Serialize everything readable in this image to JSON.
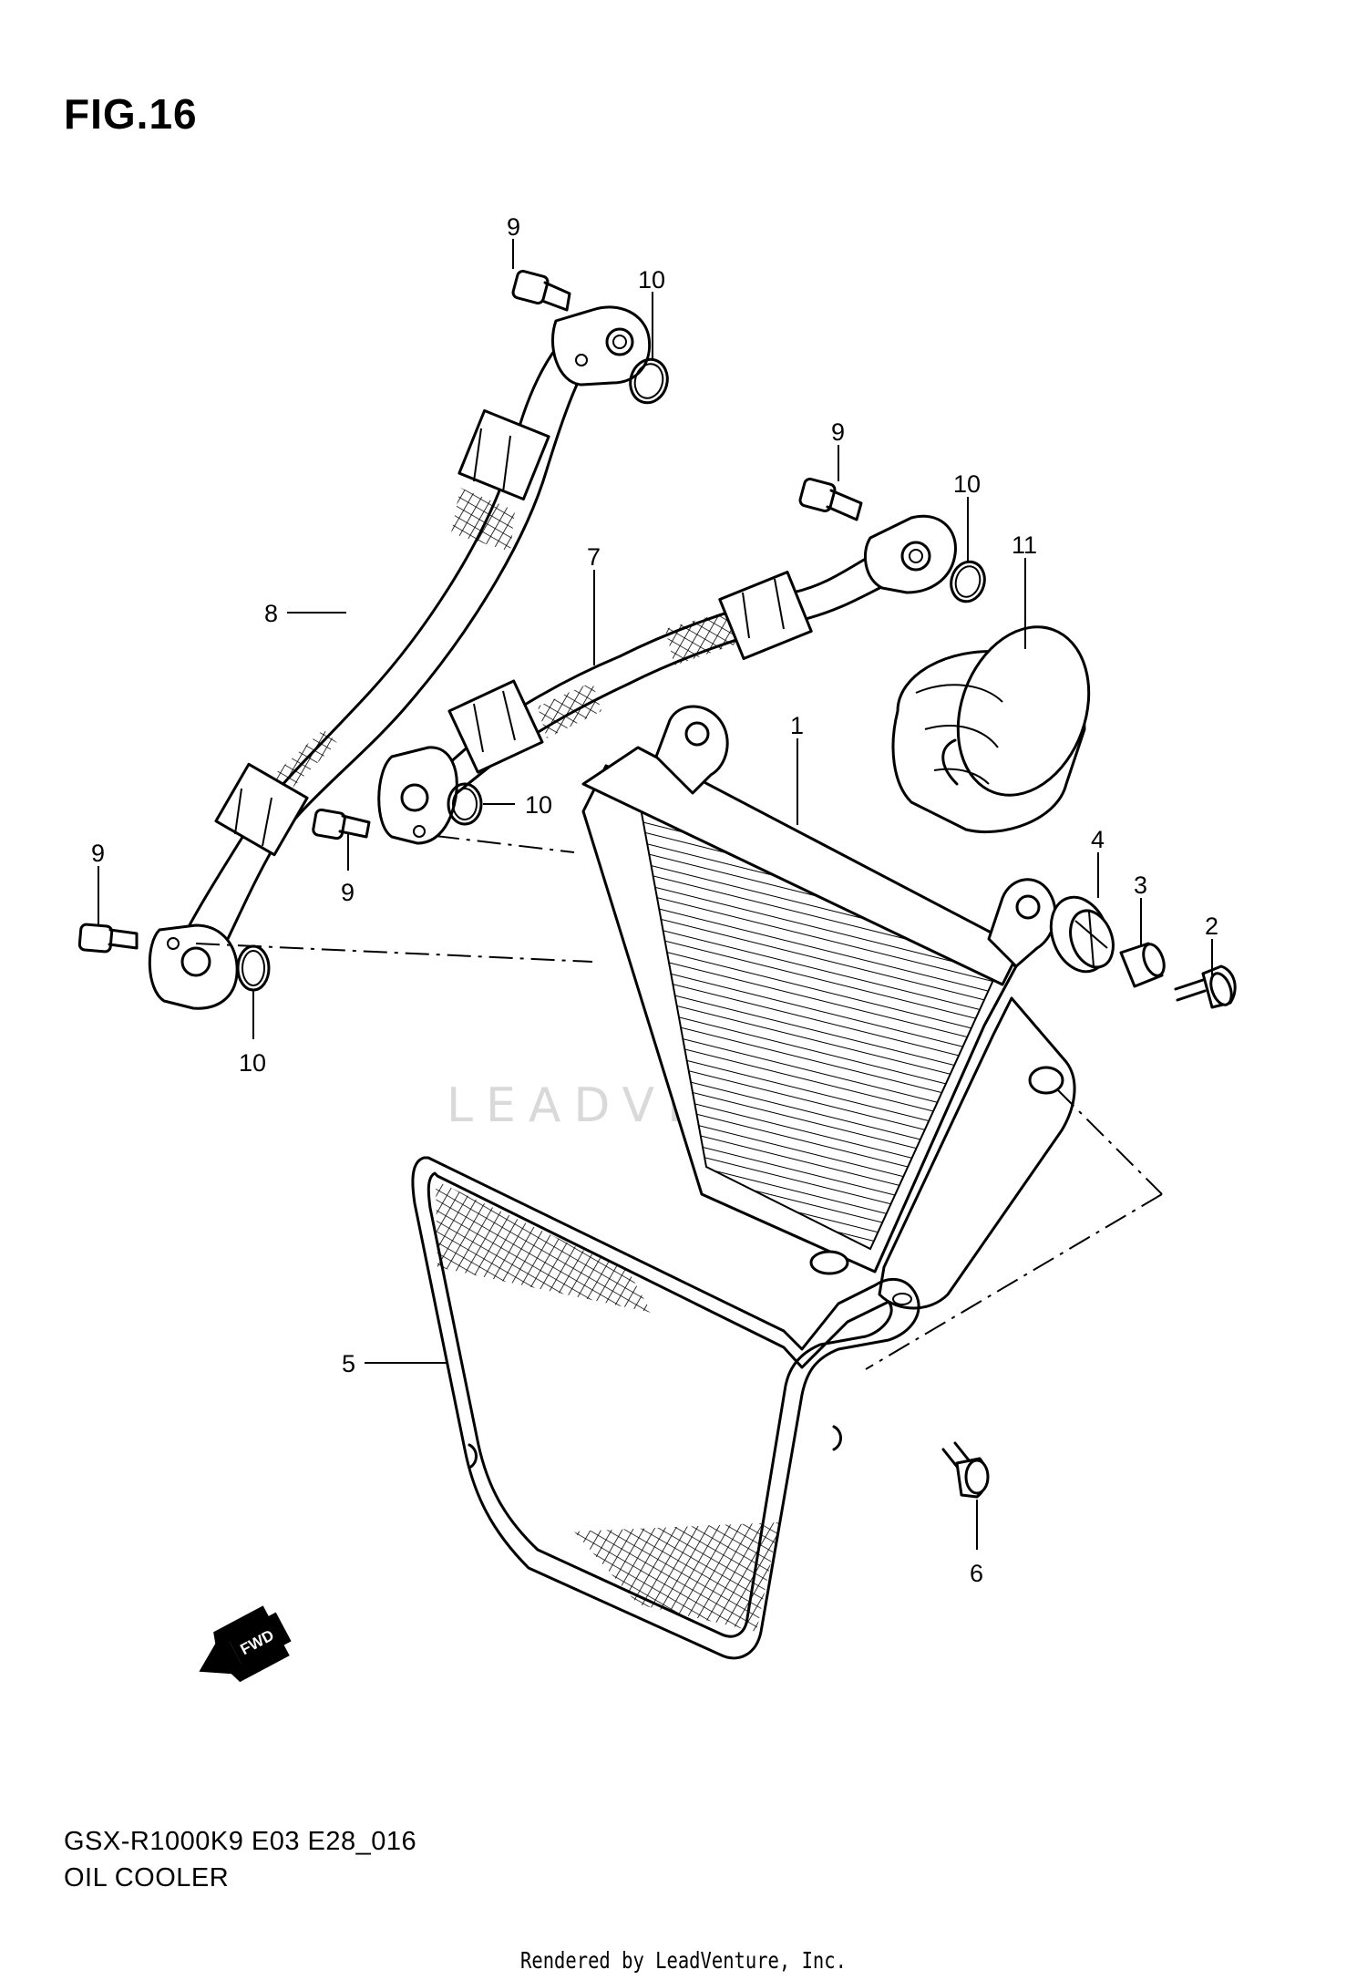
{
  "figure": {
    "title": "FIG.16",
    "code": "GSX-R1000K9 E03 E28_016",
    "name": "OIL COOLER",
    "credit": "Rendered by LeadVenture, Inc.",
    "watermark": "LEADVENTURE"
  },
  "fwd_arrow": "FWD",
  "callouts": {
    "c9_top": "9",
    "c10_top": "10",
    "c9_mid": "9",
    "c10_mid": "10",
    "c11": "11",
    "c7": "7",
    "c8": "8",
    "c1": "1",
    "c10_center": "10",
    "c9_center": "9",
    "c9_left": "9",
    "c4": "4",
    "c3": "3",
    "c2": "2",
    "c10_bottom": "10",
    "c5": "5",
    "c6": "6"
  }
}
